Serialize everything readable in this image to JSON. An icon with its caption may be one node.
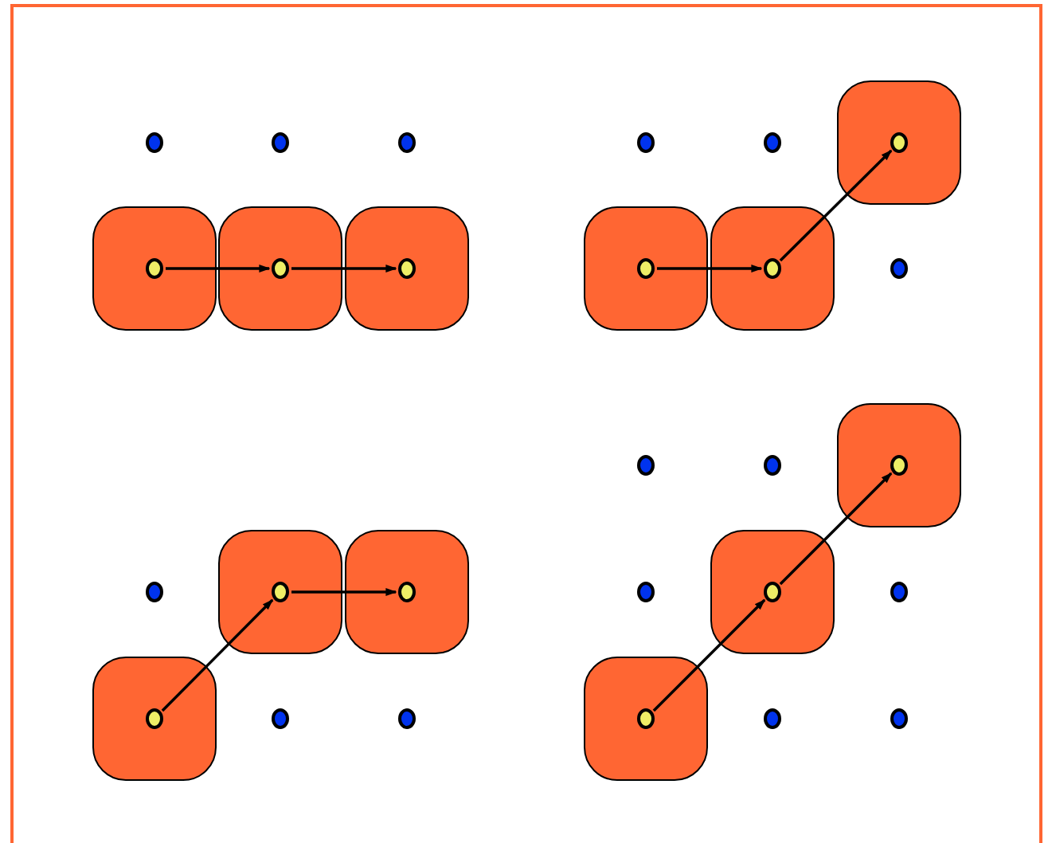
{
  "diagram": {
    "nodes": [
      {
        "text": [],
        "shape": "circle"
      },
      {
        "text": [],
        "shape": "circle"
      },
      {
        "text": [],
        "shape": "circle"
      },
      {
        "text": [],
        "shape": "circle"
      },
      {
        "text": [],
        "shape": "circle"
      },
      {
        "text": [],
        "shape": "box"
      },
      {
        "text": [],
        "shape": "circle",
        "in": 5
      },
      {
        "text": [],
        "shape": "box"
      },
      {
        "text": [],
        "shape": "circle",
        "in": 7
      },
      {
        "text": [],
        "shape": "box"
      },
      {
        "text": [],
        "shape": "circle",
        "in": 9
      },
      {
        "text": [],
        "shape": "box"
      },
      {
        "text": [],
        "shape": "circle",
        "in": 11
      },
      {
        "text": [],
        "shape": "box"
      },
      {
        "text": [],
        "shape": "circle",
        "in": 13
      },
      {
        "text": [],
        "shape": "box"
      },
      {
        "text": [],
        "shape": "circle",
        "in": 15
      },
      {
        "text": [],
        "shape": "circle"
      },
      {
        "text": [],
        "shape": "circle"
      },
      {
        "text": [],
        "shape": "circle"
      },
      {
        "text": [],
        "shape": "box"
      },
      {
        "text": [],
        "shape": "circle",
        "in": 20
      },
      {
        "text": [],
        "shape": "circle"
      },
      {
        "text": [],
        "shape": "box"
      },
      {
        "text": [],
        "shape": "circle",
        "in": 23
      },
      {
        "text": [],
        "shape": "box"
      },
      {
        "text": [],
        "shape": "circle",
        "in": 25
      },
      {
        "text": [],
        "shape": "circle"
      },
      {
        "text": [],
        "shape": "box"
      },
      {
        "text": [],
        "shape": "circle",
        "in": 28
      },
      {
        "text": [],
        "shape": "circle"
      },
      {
        "text": [],
        "shape": "box"
      },
      {
        "text": [],
        "shape": "circle",
        "in": 31
      },
      {
        "text": [],
        "shape": "circle"
      },
      {
        "text": [],
        "shape": "circle"
      },
      {
        "text": [],
        "shape": "box"
      },
      {
        "text": [],
        "shape": "circle",
        "in": 35
      },
      {
        "text": [],
        "shape": "circle"
      },
      {
        "text": [],
        "shape": "circle"
      }
    ],
    "edges": [
      {
        "from": 8,
        "to": 10,
        "arrow": "to"
      },
      {
        "from": 10,
        "to": 12,
        "arrow": "to"
      },
      {
        "from": 14,
        "to": 16,
        "arrow": "to"
      },
      {
        "from": 16,
        "to": 6,
        "arrow": "to"
      },
      {
        "from": 32,
        "to": 24,
        "arrow": "to"
      },
      {
        "from": 24,
        "to": 26,
        "arrow": "to"
      },
      {
        "from": 36,
        "to": 29,
        "arrow": "to"
      },
      {
        "from": 29,
        "to": 21,
        "arrow": "to"
      }
    ]
  }
}
